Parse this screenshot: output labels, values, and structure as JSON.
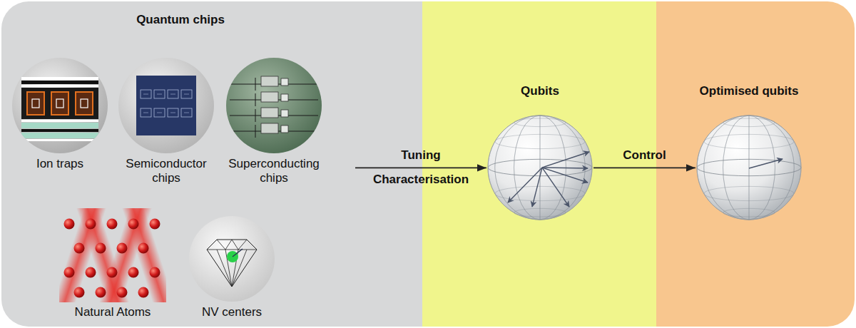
{
  "diagram": {
    "nodes": [
      {
        "text": [
          "Quantum chips"
        ]
      },
      {
        "text": [
          "Ion traps"
        ],
        "in": 0
      },
      {
        "text": [
          "Semiconductor chips"
        ],
        "in": 0
      },
      {
        "text": [
          "Superconducting chips"
        ],
        "in": 0
      },
      {
        "text": [
          "Natural Atoms"
        ],
        "in": 0
      },
      {
        "text": [
          "NV centers"
        ],
        "in": 0
      },
      {
        "text": [
          "Qubits"
        ]
      },
      {
        "text": [
          "Optimised qubits"
        ]
      }
    ],
    "edges": [
      {
        "from": 0,
        "to": 6,
        "arrow": "to",
        "label": "Tuning"
      },
      {
        "from": 6,
        "to": 7,
        "arrow": "to",
        "label": "Control"
      }
    ],
    "labels": [
      "Characterisation"
    ]
  }
}
